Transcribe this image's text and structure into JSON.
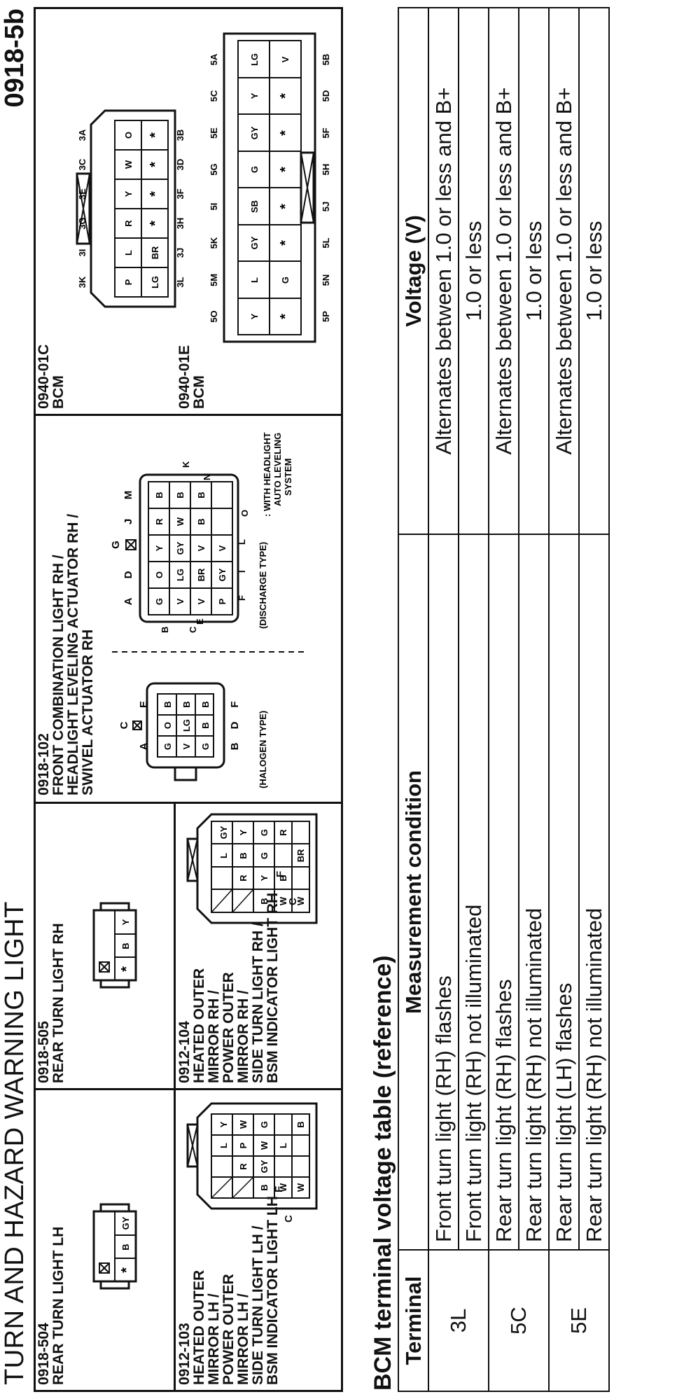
{
  "header": {
    "title": "TURN AND HAZARD WARNING LIGHT",
    "page_number": "0918-5b"
  },
  "connectors": {
    "c504": {
      "code": "0918-504",
      "name": "REAR TURN LIGHT LH",
      "pins": [
        "*",
        "B",
        "GY"
      ]
    },
    "c505": {
      "code": "0918-505",
      "name": "REAR TURN LIGHT RH",
      "pins": [
        "*",
        "B",
        "Y"
      ]
    },
    "c103": {
      "code": "0912-103",
      "name": [
        "HEATED OUTER",
        "MIRROR LH /",
        "POWER OUTER",
        "MIRROR LH /",
        "SIDE TURN LIGHT LH /",
        "BSM INDICATOR LIGHT LH"
      ],
      "side_labels": [
        "C",
        "F"
      ],
      "pins_top": [
        "L",
        "Y"
      ],
      "pins_mid": [
        "R",
        "P",
        "W",
        "G"
      ],
      "pins_low": [
        "B",
        "W",
        "GY",
        "W",
        "L"
      ],
      "pins_bot": [
        "W",
        "B"
      ]
    },
    "c104": {
      "code": "0912-104",
      "name": [
        "HEATED OUTER",
        "MIRROR RH /",
        "POWER OUTER",
        "MIRROR RH /",
        "SIDE TURN LIGHT RH /",
        "BSM INDICATOR LIGHT RH"
      ],
      "side_labels": [
        "C",
        "F"
      ],
      "pins_top": [
        "L",
        "GY"
      ],
      "pins_mid": [
        "R",
        "B",
        "Y"
      ],
      "pins_low": [
        "B",
        "W",
        "Y",
        "G",
        "G"
      ],
      "pins_bot": [
        "W",
        "B",
        "BR",
        "R"
      ]
    },
    "c102": {
      "code": "0918-102",
      "name": [
        "FRONT COMBINATION LIGHT RH /",
        "HEADLIGHT LEVELING ACTUATOR RH /",
        "SWIVEL ACTUATOR RH"
      ],
      "halogen": {
        "type_label": "(HALOGEN TYPE)",
        "top_letters": [
          "A",
          "C",
          "E"
        ],
        "bottom_letters": [
          "B",
          "D",
          "F"
        ],
        "row1": [
          "G",
          "B",
          "B"
        ],
        "row2": [
          "V",
          "LG",
          "B"
        ],
        "row3": [
          "G",
          "O",
          "B"
        ]
      },
      "discharge": {
        "type_label": "(DISCHARGE TYPE)",
        "top_letters": [
          "A",
          "D",
          "G",
          "J",
          "M"
        ],
        "side_letters": [
          "B",
          "C",
          "E",
          "F",
          "I",
          "L",
          "O",
          "K",
          "N"
        ],
        "row1": [
          "G",
          "O",
          "Y",
          "R",
          "B"
        ],
        "row2": [
          "V",
          "LG",
          "GY",
          "W",
          "B"
        ],
        "row3": [
          "V",
          "BR",
          "V",
          "B",
          "B"
        ],
        "row4": [
          "P",
          "GY",
          "V"
        ],
        "note": ": WITH HEADLIGHT\nAUTO LEVELING\nSYSTEM"
      }
    },
    "c01c": {
      "code": "0940-01C",
      "name": "BCM",
      "top_labels": [
        "3K",
        "3I",
        "3G",
        "3E",
        "3C",
        "3A"
      ],
      "sub_labels": [
        "3L",
        "3J",
        "3H",
        "3F",
        "3D",
        "3B"
      ],
      "row1": [
        "P",
        "L",
        "R",
        "Y",
        "W",
        "O"
      ],
      "row2": [
        "LG",
        "BR",
        "*",
        "*",
        "*",
        "*"
      ]
    },
    "c01e": {
      "code": "0940-01E",
      "name": "BCM",
      "top_labels": [
        "5O",
        "5M",
        "5K",
        "5I",
        "5G",
        "5E",
        "5C",
        "5A"
      ],
      "bottom_labels": [
        "5P",
        "5N",
        "5L",
        "5J",
        "5H",
        "5F",
        "5D",
        "5B"
      ],
      "row1": [
        "Y",
        "L",
        "GY",
        "SB",
        "G",
        "GY",
        "Y",
        "LG"
      ],
      "row2": [
        "*",
        "G",
        "*",
        "*",
        "*",
        "*",
        "*",
        "V"
      ]
    }
  },
  "table": {
    "title": "BCM terminal voltage table (reference)",
    "headers": {
      "terminal": "Terminal",
      "condition": "Measurement condition",
      "voltage": "Voltage (V)"
    },
    "rows": [
      {
        "terminal": "3L",
        "condition": "Front turn light (RH) flashes",
        "voltage": "Alternates between 1.0 or less and B+"
      },
      {
        "terminal": "",
        "condition": "Front turn light (RH) not illuminated",
        "voltage": "1.0 or less"
      },
      {
        "terminal": "5C",
        "condition": "Rear turn light (RH) flashes",
        "voltage": "Alternates between 1.0 or less and B+"
      },
      {
        "terminal": "",
        "condition": "Rear turn light (RH) not illuminated",
        "voltage": "1.0 or less"
      },
      {
        "terminal": "5E",
        "condition": "Rear turn light (LH) flashes",
        "voltage": "Alternates between 1.0 or less and B+"
      },
      {
        "terminal": "",
        "condition": "Rear turn light (RH) not illuminated",
        "voltage": "1.0 or less"
      }
    ]
  }
}
